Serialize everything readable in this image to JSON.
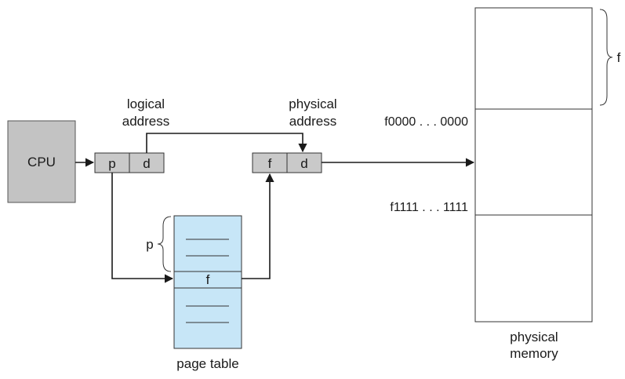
{
  "cpu": {
    "label": "CPU"
  },
  "logical_address": {
    "caption_line1": "logical",
    "caption_line2": "address",
    "p": "p",
    "d": "d"
  },
  "physical_address": {
    "caption_line1": "physical",
    "caption_line2": "address",
    "f": "f",
    "d": "d"
  },
  "page_table": {
    "entry": "f",
    "index_label": "p",
    "caption": "page table"
  },
  "physical_memory": {
    "frame_start": "f0000 . . . 0000",
    "frame_end": "f1111 . . . 1111",
    "frame_brace_label": "f",
    "caption_line1": "physical",
    "caption_line2": "memory"
  }
}
